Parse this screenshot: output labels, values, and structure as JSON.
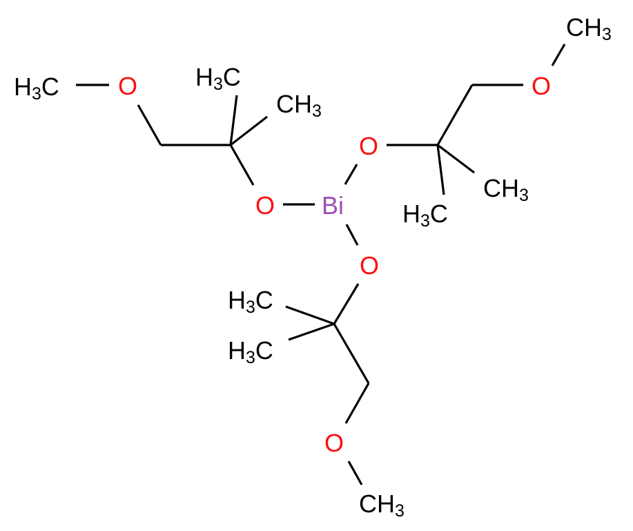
{
  "molecule": {
    "atoms": {
      "bi": "Bi",
      "o": "O",
      "c": "C",
      "h": "H",
      "sub3": "3"
    },
    "colors": {
      "bismuth": "#9e4fb5",
      "oxygen": "#ff0d0d",
      "carbon": "#000000"
    }
  }
}
